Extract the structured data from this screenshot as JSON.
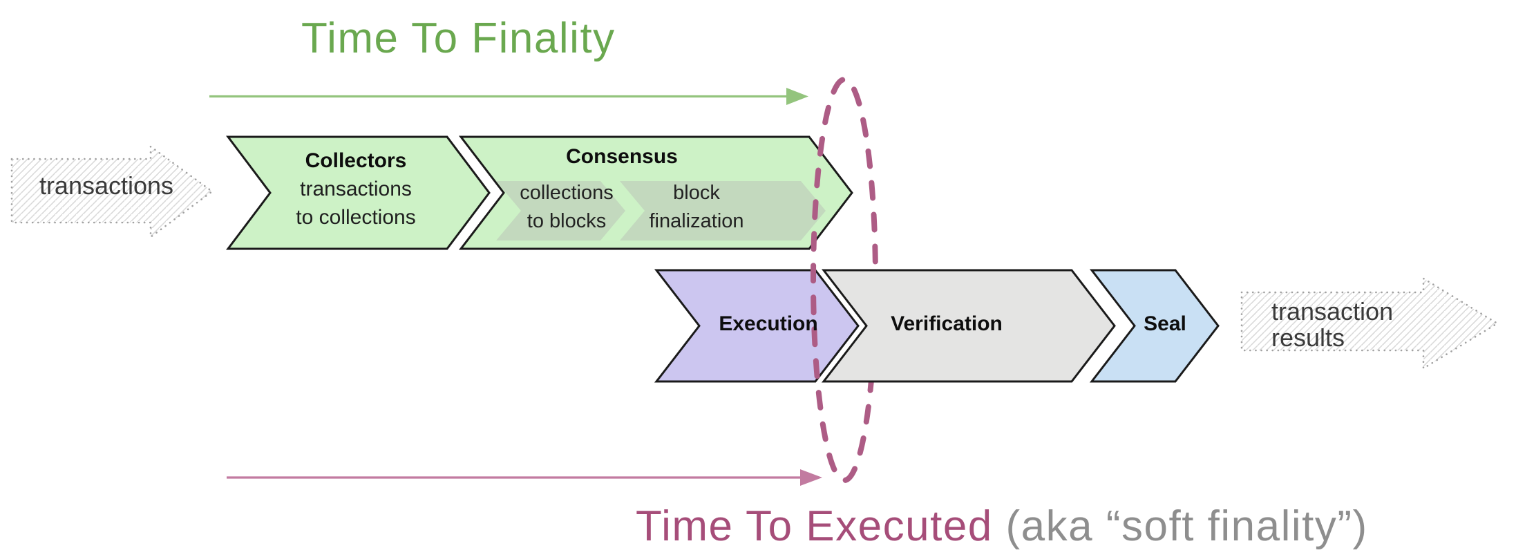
{
  "titles": {
    "time_to_finality": "Time To Finality",
    "time_to_executed": "Time To Executed",
    "executed_suffix": " (aka “soft finality”)"
  },
  "io": {
    "input_label": "transactions",
    "output_label_line1": "transaction",
    "output_label_line2": "results"
  },
  "stages": {
    "collectors": {
      "name": "Collectors",
      "desc_line1": "transactions",
      "desc_line2": "to collections"
    },
    "consensus": {
      "name": "Consensus",
      "sub_steps": [
        {
          "line1": "collections",
          "line2": "to blocks"
        },
        {
          "line1": "block",
          "line2": "finalization"
        }
      ]
    },
    "execution": {
      "name": "Execution"
    },
    "verification": {
      "name": "Verification"
    },
    "seal": {
      "name": "Seal"
    }
  },
  "colors": {
    "finality_title_green": "#6aa84f",
    "finality_arrow_green": "#93c47d",
    "executed_title_magenta": "#a64d79",
    "executed_arrow_pink": "#c27ba0",
    "ellipse_dash_rose": "#ad5c85",
    "chevron_green": "#cdf2c6",
    "chevron_subsage": "#c3d9be",
    "chevron_purple": "#ccc6f0",
    "chevron_gray": "#e4e4e3",
    "chevron_blue": "#c9e0f4",
    "chevron_outline": "#1a1a1a",
    "sketch_gray": "#a0a0a0",
    "suffix_gray": "#8e8e8e"
  }
}
